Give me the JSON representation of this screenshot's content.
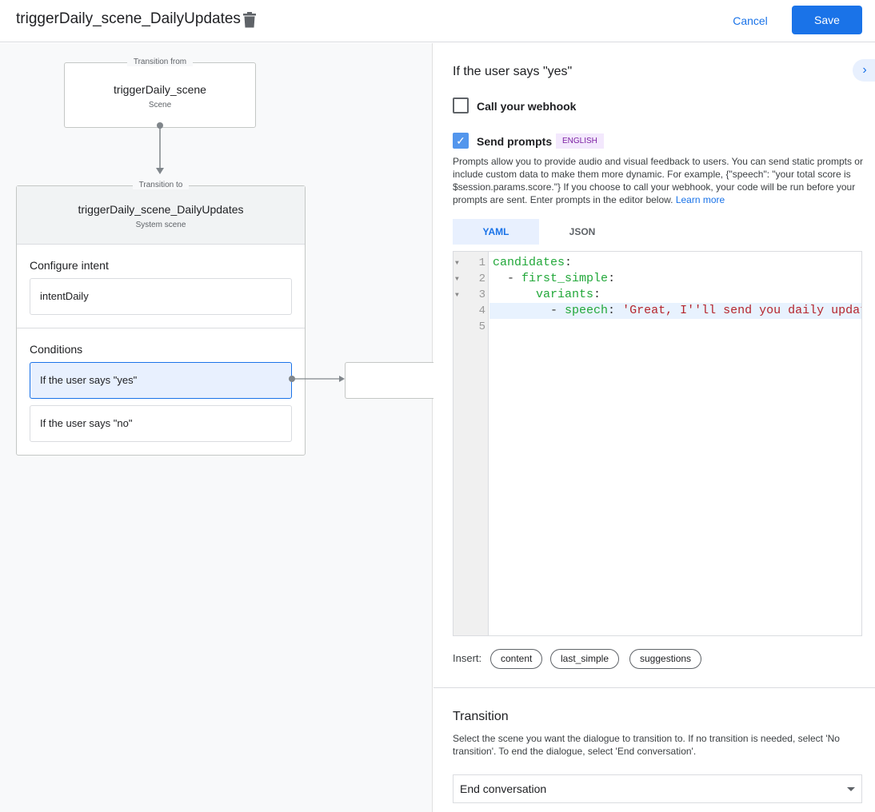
{
  "header": {
    "title": "triggerDaily_scene_DailyUpdates",
    "cancel_label": "Cancel",
    "save_label": "Save"
  },
  "canvas": {
    "from": {
      "legend": "Transition from",
      "name": "triggerDaily_scene",
      "type": "Scene"
    },
    "to": {
      "legend": "Transition to",
      "name": "triggerDaily_scene_DailyUpdates",
      "type": "System scene",
      "configure_intent_label": "Configure intent",
      "intent": "intentDaily",
      "conditions_label": "Conditions",
      "conditions": [
        "If the user says \"yes\"",
        "If the user says \"no\""
      ]
    }
  },
  "panel": {
    "heading": "If the user says \"yes\"",
    "webhook": {
      "label": "Call your webhook",
      "checked": false
    },
    "prompts": {
      "label": "Send prompts",
      "checked": true,
      "badge": "ENGLISH",
      "description": "Prompts allow you to provide audio and visual feedback to users. You can send static prompts or include custom data to make them more dynamic. For example, {\"speech\": \"your total score is $session.params.score.\"} If you choose to call your webhook, your code will be run before your prompts are sent. Enter prompts in the editor below.",
      "learn_more": "Learn more"
    },
    "tabs": [
      "YAML",
      "JSON"
    ],
    "active_tab": "YAML",
    "code_lines": [
      {
        "n": "1",
        "key": "candidates",
        "indent": "",
        "dash": "",
        "rest": ":"
      },
      {
        "n": "2",
        "key": "first_simple",
        "indent": "  ",
        "dash": "- ",
        "rest": ":"
      },
      {
        "n": "3",
        "key": "variants",
        "indent": "      ",
        "dash": "",
        "rest": ":"
      },
      {
        "n": "4",
        "key": "speech",
        "indent": "        ",
        "dash": "- ",
        "rest": ": ",
        "str": "'Great, I''ll send you daily updates."
      },
      {
        "n": "5",
        "key": "",
        "indent": "",
        "dash": "",
        "rest": ""
      }
    ],
    "insert_label": "Insert:",
    "insert_chips": [
      "content",
      "last_simple",
      "suggestions"
    ],
    "transition": {
      "heading": "Transition",
      "description": "Select the scene you want the dialogue to transition to. If no transition is needed, select 'No transition'. To end the dialogue, select 'End conversation'.",
      "selected": "End conversation"
    }
  },
  "colors": {
    "accent": "#1a73e8",
    "badge_bg": "#f3e8fd",
    "badge_text": "#7b1fa2"
  }
}
